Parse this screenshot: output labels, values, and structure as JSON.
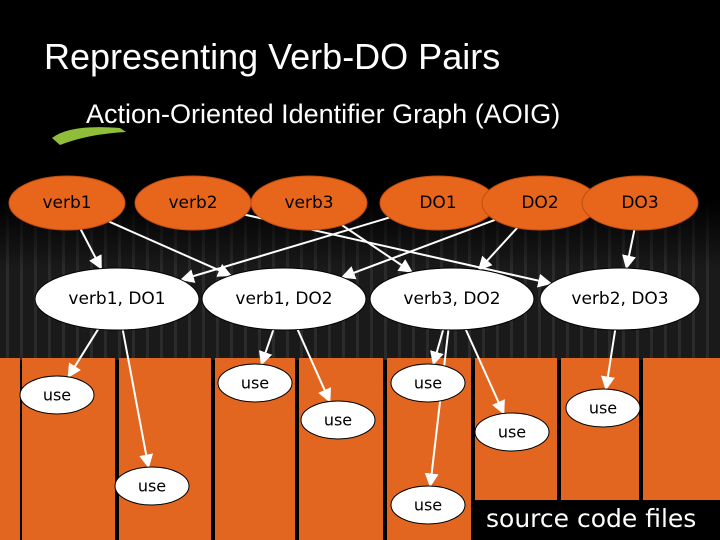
{
  "slide": {
    "title": "Representing Verb-DO Pairs",
    "subtitle": "Action-Oriented Identifier Graph (AOIG)",
    "caption": "source code files"
  },
  "colors": {
    "background": "#000000",
    "top_node_fill": "#e8651c",
    "file_fill": "#e2661f",
    "pair_node_fill": "#ffffff",
    "use_node_fill": "#ffffff",
    "edge": "#ffffff",
    "bullet": "#8fbf3a"
  },
  "top_nodes": [
    {
      "id": "verb1",
      "label": "verb1"
    },
    {
      "id": "verb2",
      "label": "verb2"
    },
    {
      "id": "verb3",
      "label": "verb3"
    },
    {
      "id": "DO1",
      "label": "DO1"
    },
    {
      "id": "DO2",
      "label": "DO2"
    },
    {
      "id": "DO3",
      "label": "DO3"
    }
  ],
  "pair_nodes": [
    {
      "id": "p11",
      "label": "verb1, DO1"
    },
    {
      "id": "p12",
      "label": "verb1, DO2"
    },
    {
      "id": "p32",
      "label": "verb3, DO2"
    },
    {
      "id": "p23",
      "label": "verb2, DO3"
    }
  ],
  "use_nodes": [
    {
      "id": "u1",
      "label": "use"
    },
    {
      "id": "u2",
      "label": "use"
    },
    {
      "id": "u3",
      "label": "use"
    },
    {
      "id": "u4",
      "label": "use"
    },
    {
      "id": "u5",
      "label": "use"
    },
    {
      "id": "u6",
      "label": "use"
    },
    {
      "id": "u7",
      "label": "use"
    },
    {
      "id": "u8",
      "label": "use"
    }
  ],
  "edges": [
    {
      "from": "verb1",
      "to": "p11"
    },
    {
      "from": "verb1",
      "to": "p12"
    },
    {
      "from": "verb2",
      "to": "p23"
    },
    {
      "from": "verb3",
      "to": "p32"
    },
    {
      "from": "DO1",
      "to": "p11"
    },
    {
      "from": "DO2",
      "to": "p12"
    },
    {
      "from": "DO2",
      "to": "p32"
    },
    {
      "from": "DO3",
      "to": "p23"
    },
    {
      "from": "p11",
      "to": "u1"
    },
    {
      "from": "p11",
      "to": "u5"
    },
    {
      "from": "p12",
      "to": "u2"
    },
    {
      "from": "p12",
      "to": "u3"
    },
    {
      "from": "p32",
      "to": "u4"
    },
    {
      "from": "p32",
      "to": "u6"
    },
    {
      "from": "p32",
      "to": "u7"
    },
    {
      "from": "p23",
      "to": "u8"
    }
  ]
}
